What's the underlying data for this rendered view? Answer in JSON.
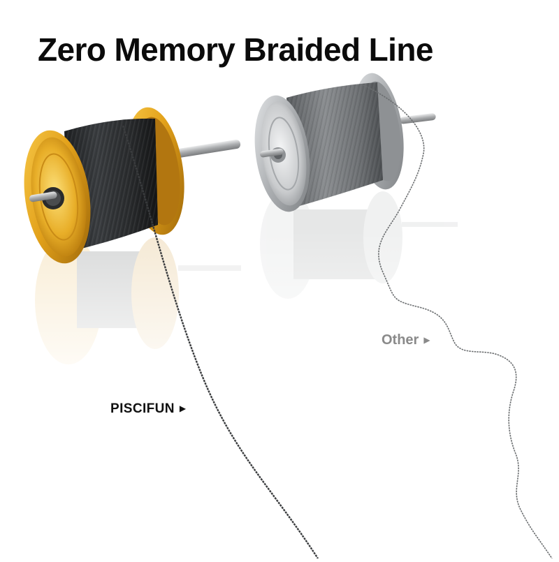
{
  "headline": "Zero Memory Braided Line",
  "labels": {
    "piscifun": "PISCIFUN",
    "other": "Other",
    "arrow": "▶"
  },
  "colors": {
    "gold_spool": "#E3A21B",
    "silver_spool": "#B9BCBF",
    "braid_dark": "#2E3133",
    "braid_gray": "#6B6E70",
    "headline_text": "#0B0B0B",
    "other_label": "#8A8A8A"
  }
}
